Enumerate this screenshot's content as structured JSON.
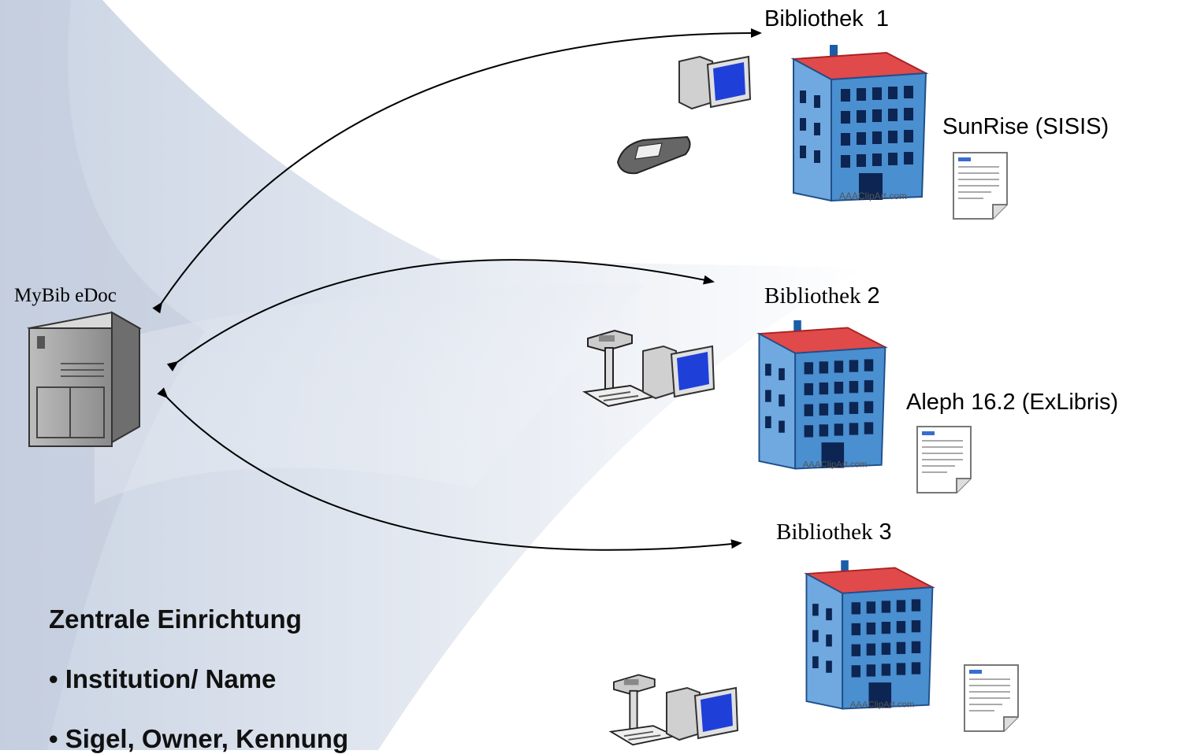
{
  "server": {
    "label": "MyBib eDoc",
    "icon": "server-tower-icon"
  },
  "libraries": [
    {
      "name": "Bibliothek",
      "number": "1",
      "system": "SunRise (SISIS)",
      "building_watermark": "AAAClipArt.com",
      "devices": [
        "computer-icon",
        "scanner-icon"
      ]
    },
    {
      "name": "Bibliothek",
      "number": "2",
      "system": "Aleph 16.2 (ExLibris)",
      "building_watermark": "AAAClipArt.com",
      "devices": [
        "book-scanner-icon",
        "computer-icon"
      ]
    },
    {
      "name": "Bibliothek",
      "number": "3",
      "system": "",
      "building_watermark": "AAAClipArt.com",
      "devices": [
        "book-scanner-icon",
        "computer-icon"
      ]
    }
  ],
  "central": {
    "heading": "Zentrale Einrichtung",
    "bullets": [
      "Institution/ Name",
      "Sigel, Owner, Kennung"
    ]
  },
  "colors": {
    "building_wall": "#4a8fd0",
    "building_roof": "#e04a4a",
    "arrow": "#000000",
    "monitor_screen": "#1e40d8"
  }
}
